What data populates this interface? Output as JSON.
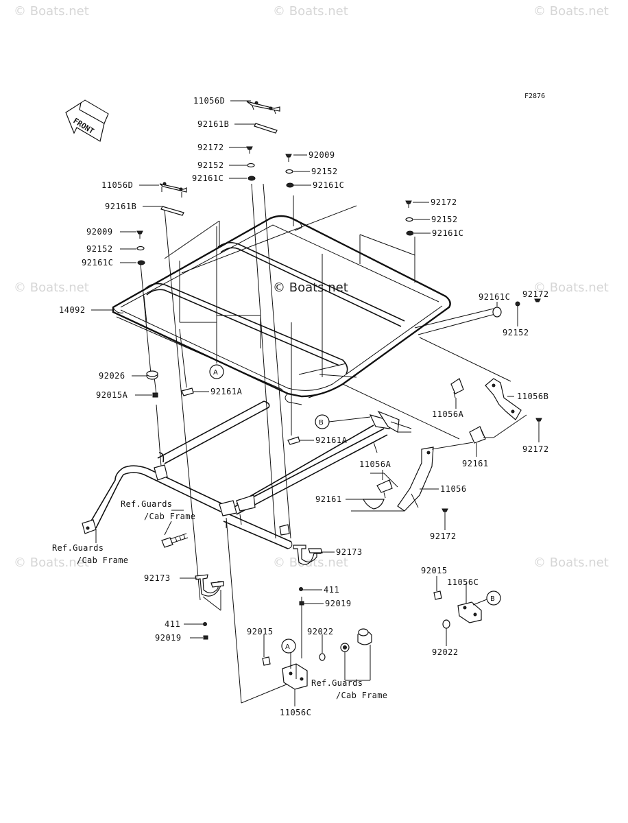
{
  "watermarks": {
    "top_left": "© Boats.net",
    "top_center": "© Boats.net",
    "top_right": "© Boats.net",
    "mid_left": "© Boats.net",
    "center": "© Boats.net",
    "mid_right": "© Boats.net",
    "low_left": "© Boats.net",
    "low_center": "© Boats.net",
    "low_right": "© Boats.net"
  },
  "figure_code": "F2876",
  "front_label": "FRONT",
  "callouts": {
    "a1": "A",
    "a2": "A",
    "b1": "B",
    "b2": "B"
  },
  "labels": {
    "p11056D_top": "11056D",
    "p92161B_top": "92161B",
    "p92172_a": "92172",
    "p92152_a": "92152",
    "p92161C_a": "92161C",
    "p92009_a": "92009",
    "p92152_b": "92152",
    "p92161C_b": "92161C",
    "p11056D_left": "11056D",
    "p92161B_left": "92161B",
    "p92009_left": "92009",
    "p92152_left": "92152",
    "p92161C_left": "92161C",
    "p92172_right": "92172",
    "p92152_right": "92152",
    "p92161C_right": "92161C",
    "p92161C_far": "92161C",
    "p92172_far": "92172",
    "p92152_far": "92152",
    "p14092": "14092",
    "p92026": "92026",
    "p92015A": "92015A",
    "p92161A_a": "92161A",
    "p92161A_b": "92161A",
    "p11056B": "11056B",
    "p11056A_r": "11056A",
    "p92172_r2": "92172",
    "p92161_r": "92161",
    "p11056A_c": "11056A",
    "p11056": "11056",
    "p92161_c": "92161",
    "p92172_c": "92172",
    "ref1_a": "Ref.Guards",
    "ref1_b": "/Cab Frame",
    "ref2_a": "Ref.Guards",
    "ref2_b": "/Cab Frame",
    "ref3_a": "Ref.Guards",
    "ref3_b": "/Cab Frame",
    "p92173_c": "92173",
    "p411_c": "411",
    "p92019_c": "92019",
    "p92173_l": "92173",
    "p411_l": "411",
    "p92019_l": "92019",
    "p92015_c": "92015",
    "p92022_c": "92022",
    "p11056C_c": "11056C",
    "p92015_r": "92015",
    "p11056C_r": "11056C",
    "p92022_r": "92022"
  }
}
